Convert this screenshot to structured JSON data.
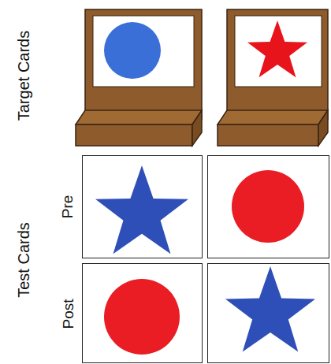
{
  "diagram": {
    "labels": [
      "Target Cards",
      "Test Cards",
      "Pre",
      "Post"
    ]
  }
}
